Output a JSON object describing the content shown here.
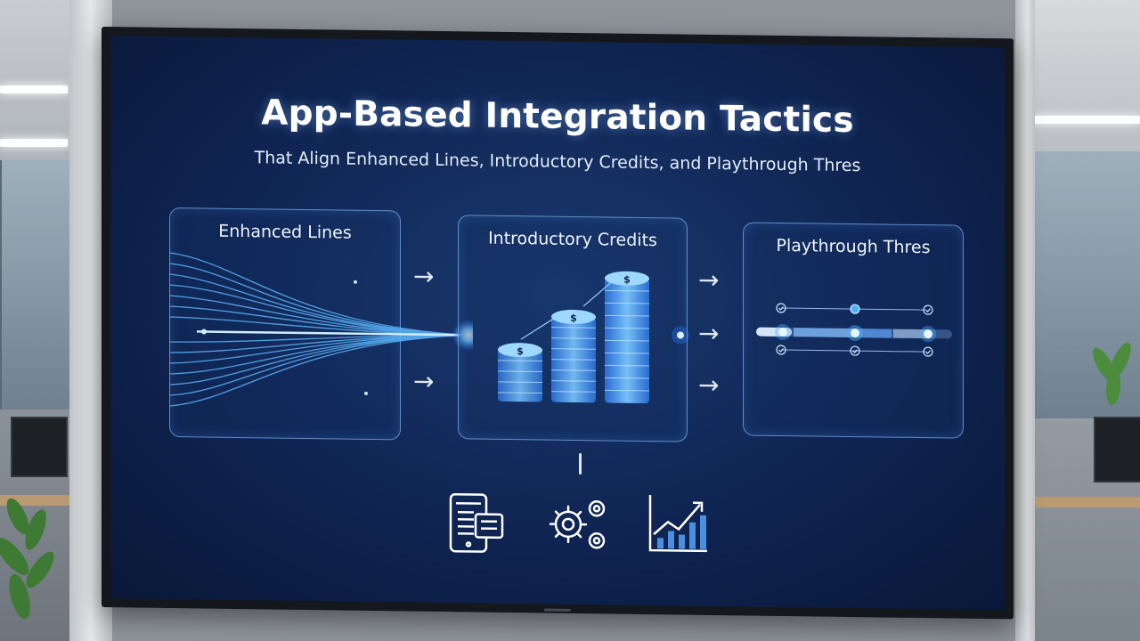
{
  "slide": {
    "title": "App-Based Integration Tactics",
    "subtitle": "That Align Enhanced Lines, Introductory Credits, and Playthrough Thres"
  },
  "cards": [
    {
      "label": "Enhanced Lines",
      "icon": "flowing-lines-graphic"
    },
    {
      "label": "Introductory Credits",
      "icon": "coin-stacks-graphic"
    },
    {
      "label": "Playthrough Thres",
      "icon": "progress-track-graphic"
    }
  ],
  "bottom_icons": [
    "tablet-app-icon",
    "gears-icon",
    "growth-chart-icon"
  ],
  "colors": {
    "screen": "#0f2452",
    "accent": "#4fb0ff",
    "card_border": "#78aff0",
    "text": "#ffffff"
  }
}
